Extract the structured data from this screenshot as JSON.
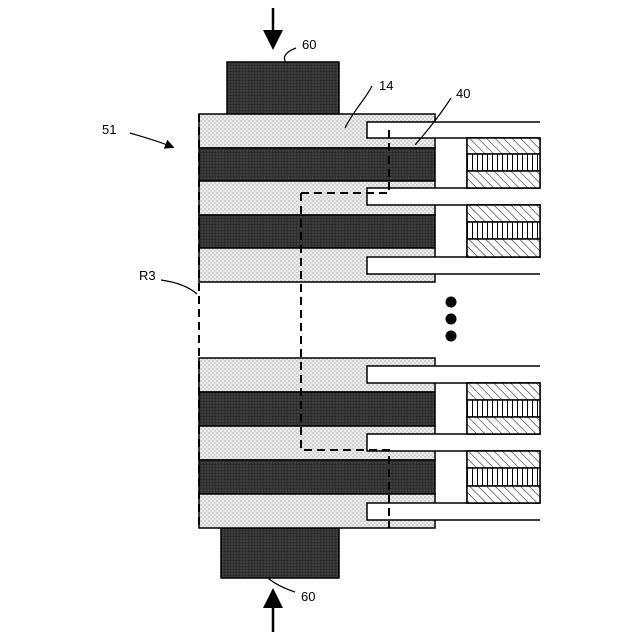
{
  "labels": {
    "ref_60_top": "60",
    "ref_60_bottom": "60",
    "ref_14": "14",
    "ref_40": "40",
    "ref_51": "51",
    "ref_R3": "R3"
  },
  "continuation_marker": {
    "count": 3,
    "color": "#000000"
  },
  "colors": {
    "dark_layer": "#3a3a3a",
    "dotted_layer": "#e6e6e6",
    "line": "#000000"
  }
}
